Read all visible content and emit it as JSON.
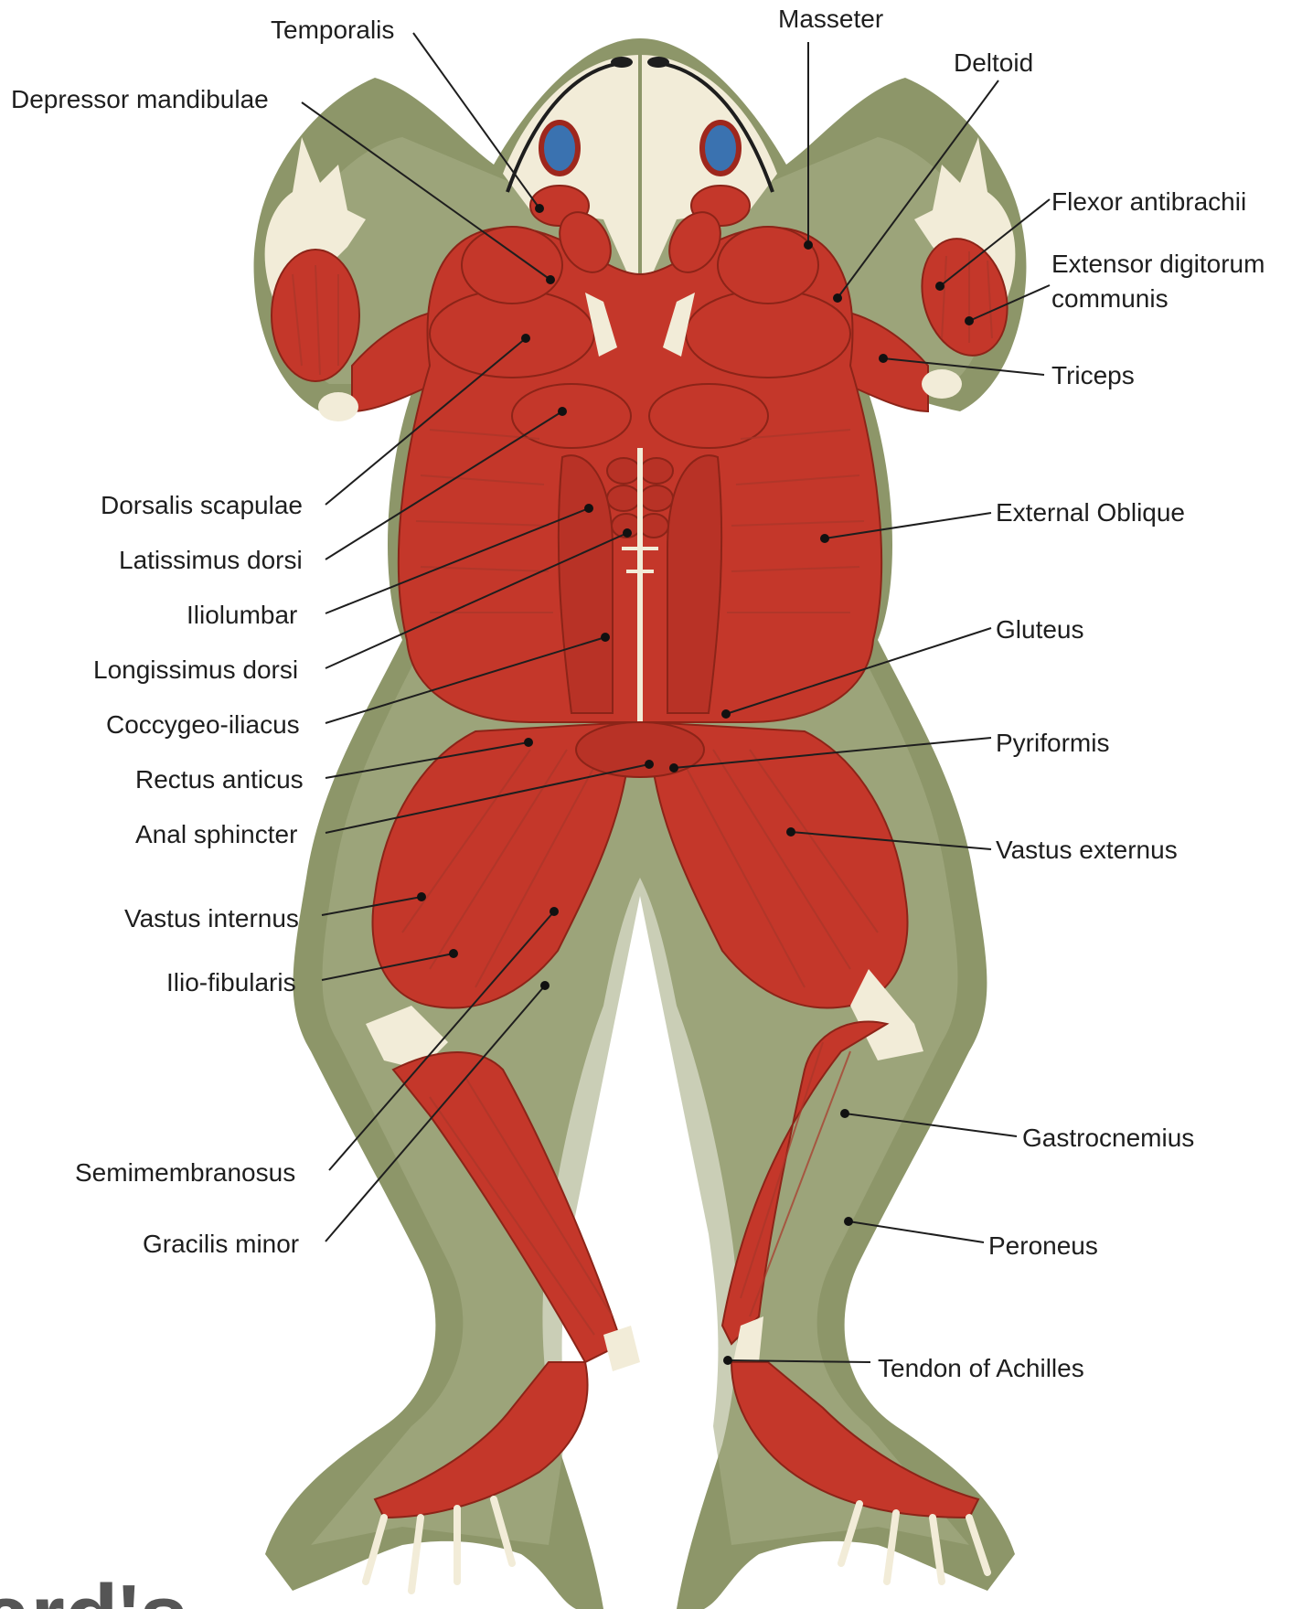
{
  "colors": {
    "background": "#ffffff",
    "skin": "#8d9669",
    "skin_inner": "#a7ae86",
    "muscle": "#c4372a",
    "muscle_dark": "#9e271d",
    "tendon": "#f2ecd8",
    "eye": "#3a72b0",
    "label_text": "#1e1e1e"
  },
  "labels": {
    "temporalis": "Temporalis",
    "masseter": "Masseter",
    "deltoid": "Deltoid",
    "depressor_mandibulae": "Depressor mandibulae",
    "flexor_antibrachii": "Flexor antibrachii",
    "extensor_digitorum_1": "Extensor digitorum",
    "extensor_digitorum_2": "communis",
    "triceps": "Triceps",
    "dorsalis_scapulae": "Dorsalis scapulae",
    "external_oblique": "External Oblique",
    "latissimus_dorsi": "Latissimus dorsi",
    "iliolumbar": "Iliolumbar",
    "gluteus": "Gluteus",
    "longissimus_dorsi": "Longissimus dorsi",
    "coccygeo_iliacus": "Coccygeo-iliacus",
    "pyriformis": "Pyriformis",
    "rectus_anticus": "Rectus anticus",
    "anal_sphincter": "Anal sphincter",
    "vastus_externus": "Vastus externus",
    "vastus_internus": "Vastus internus",
    "ilio_fibularis": "Ilio-fibularis",
    "gastrocnemius": "Gastrocnemius",
    "semimembranosus": "Semimembranosus",
    "peroneus": "Peroneus",
    "gracilis_minor": "Gracilis minor",
    "tendon_of_achilles": "Tendon of Achilles"
  },
  "logo_text": "ard's"
}
